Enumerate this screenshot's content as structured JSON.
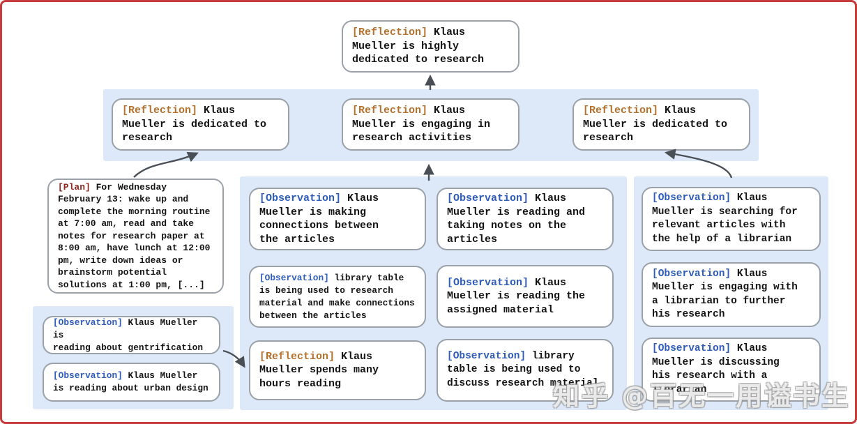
{
  "colors": {
    "frame_border": "#c63c3c",
    "panel_blue": "#dde9f8",
    "box_border": "#9aa1a8",
    "arrow": "#4a4f55",
    "reflection_label": "#b5712c",
    "observation_label": "#2e5cb8",
    "plan_label": "#8f261f"
  },
  "nodes": {
    "root": {
      "tag": "[Reflection]",
      "text": "Klaus\nMueller is highly\ndedicated to research"
    },
    "reflections": [
      {
        "tag": "[Reflection]",
        "text": "Klaus\nMueller is dedicated to\nresearch"
      },
      {
        "tag": "[Reflection]",
        "text": "Klaus\nMueller is engaging in\nresearch activities"
      },
      {
        "tag": "[Reflection]",
        "text": "Klaus\nMueller is dedicated to\nresearch"
      }
    ],
    "plan": {
      "tag": "[Plan]",
      "text": "For Wednesday\nFebruary 13: wake up and\ncomplete the morning routine\nat 7:00 am, read and take\nnotes for research paper at\n8:00 am, have lunch at 12:00\npm, write down ideas or\nbrainstorm potential\nsolutions at 1:00 pm, [...]"
    },
    "left_observations": [
      {
        "tag": "[Observation]",
        "text": "Klaus Mueller is\nreading about gentrification"
      },
      {
        "tag": "[Observation]",
        "text": "Klaus Mueller\nis reading about urban design"
      }
    ],
    "middle_group": [
      {
        "tag": "[Observation]",
        "text": "Klaus\nMueller is making\nconnections between\nthe articles"
      },
      {
        "tag": "[Observation]",
        "text": "Klaus\nMueller is reading and\ntaking notes on the\narticles"
      },
      {
        "tag": "[Observation]",
        "text": "library table\nis being used to research\nmaterial and make connections\nbetween the articles"
      },
      {
        "tag": "[Observation]",
        "text": "Klaus\nMueller is reading the\nassigned material"
      },
      {
        "tag": "[Reflection]",
        "text": "Klaus\nMueller spends many\nhours reading"
      },
      {
        "tag": "[Observation]",
        "text": "library\ntable is being used to\ndiscuss research material"
      }
    ],
    "right_group": [
      {
        "tag": "[Observation]",
        "text": "Klaus\nMueller is searching for\nrelevant articles with\nthe help of a librarian"
      },
      {
        "tag": "[Observation]",
        "text": "Klaus\nMueller is engaging with\na librarian to further\nhis research"
      },
      {
        "tag": "[Observation]",
        "text": "Klaus\nMueller is discussing\nhis research with a\nlibrarian"
      }
    ]
  },
  "watermark": "知乎 @百无一用谥书生"
}
